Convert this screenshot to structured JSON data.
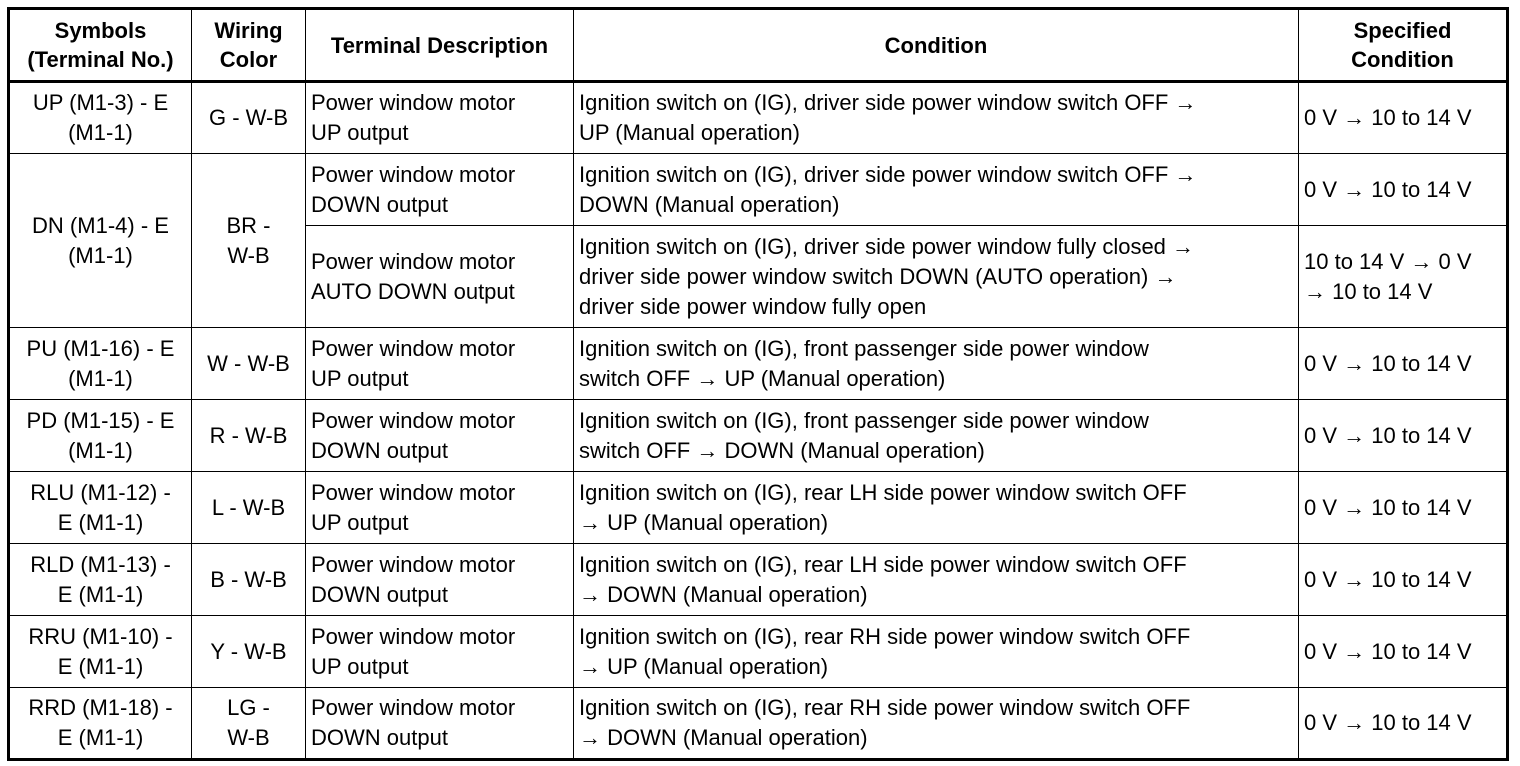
{
  "headers": {
    "symbols": [
      "Symbols",
      "(Terminal No.)"
    ],
    "wiring": [
      "Wiring",
      "Color"
    ],
    "description": "Terminal Description",
    "condition": "Condition",
    "specified": [
      "Specified",
      "Condition"
    ]
  },
  "rows": [
    {
      "symbol": [
        "UP (M1-3) - E",
        "(M1-1)"
      ],
      "wiring": [
        "G - W-B"
      ],
      "description": [
        "Power window motor",
        "UP output"
      ],
      "condition": [
        "Ignition switch on (IG), driver side power window switch OFF →",
        "UP (Manual operation)"
      ],
      "specified": [
        "0 V → 10 to 14 V"
      ]
    },
    {
      "symbol": [
        "DN (M1-4) - E",
        "(M1-1)"
      ],
      "wiring": [
        "BR -",
        "W-B"
      ],
      "description": [
        "Power window motor",
        "DOWN output"
      ],
      "condition": [
        "Ignition switch on (IG), driver side power window switch OFF →",
        "DOWN (Manual operation)"
      ],
      "specified": [
        "0 V → 10 to 14 V"
      ]
    },
    {
      "description": [
        "Power window motor",
        "AUTO DOWN output"
      ],
      "condition": [
        "Ignition switch on (IG), driver side power window fully closed →",
        "driver side power window switch DOWN (AUTO operation) →",
        "driver side power window fully open"
      ],
      "specified": [
        "10 to 14 V → 0 V",
        "→ 10 to 14 V"
      ]
    },
    {
      "symbol": [
        "PU (M1-16) - E",
        "(M1-1)"
      ],
      "wiring": [
        "W - W-B"
      ],
      "description": [
        "Power window motor",
        "UP output"
      ],
      "condition": [
        "Ignition switch on (IG), front passenger side power window",
        "switch OFF → UP (Manual operation)"
      ],
      "specified": [
        "0 V → 10 to 14 V"
      ]
    },
    {
      "symbol": [
        "PD (M1-15) - E",
        "(M1-1)"
      ],
      "wiring": [
        "R - W-B"
      ],
      "description": [
        "Power window motor",
        "DOWN output"
      ],
      "condition": [
        "Ignition switch on (IG), front passenger side power window",
        "switch OFF → DOWN (Manual operation)"
      ],
      "specified": [
        "0 V → 10 to 14 V"
      ]
    },
    {
      "symbol": [
        "RLU (M1-12) -",
        "E (M1-1)"
      ],
      "wiring": [
        "L - W-B"
      ],
      "description": [
        "Power window motor",
        "UP output"
      ],
      "condition": [
        "Ignition switch on (IG), rear LH side power window switch OFF",
        "→ UP (Manual operation)"
      ],
      "specified": [
        "0 V → 10 to 14 V"
      ]
    },
    {
      "symbol": [
        "RLD (M1-13) -",
        "E (M1-1)"
      ],
      "wiring": [
        "B - W-B"
      ],
      "description": [
        "Power window motor",
        "DOWN output"
      ],
      "condition": [
        "Ignition switch on (IG), rear LH side power window switch OFF",
        "→ DOWN (Manual operation)"
      ],
      "specified": [
        "0 V → 10 to 14 V"
      ]
    },
    {
      "symbol": [
        "RRU (M1-10) -",
        "E (M1-1)"
      ],
      "wiring": [
        "Y - W-B"
      ],
      "description": [
        "Power window motor",
        "UP output"
      ],
      "condition": [
        "Ignition switch on (IG), rear RH side power window switch OFF",
        "→ UP (Manual operation)"
      ],
      "specified": [
        "0 V → 10 to 14 V"
      ]
    },
    {
      "symbol": [
        "RRD (M1-18) -",
        "E (M1-1)"
      ],
      "wiring": [
        "LG -",
        "W-B"
      ],
      "description": [
        "Power window motor",
        "DOWN output"
      ],
      "condition": [
        "Ignition switch on (IG), rear RH side power window switch OFF",
        "→ DOWN (Manual operation)"
      ],
      "specified": [
        "0 V → 10 to 14 V"
      ]
    }
  ]
}
